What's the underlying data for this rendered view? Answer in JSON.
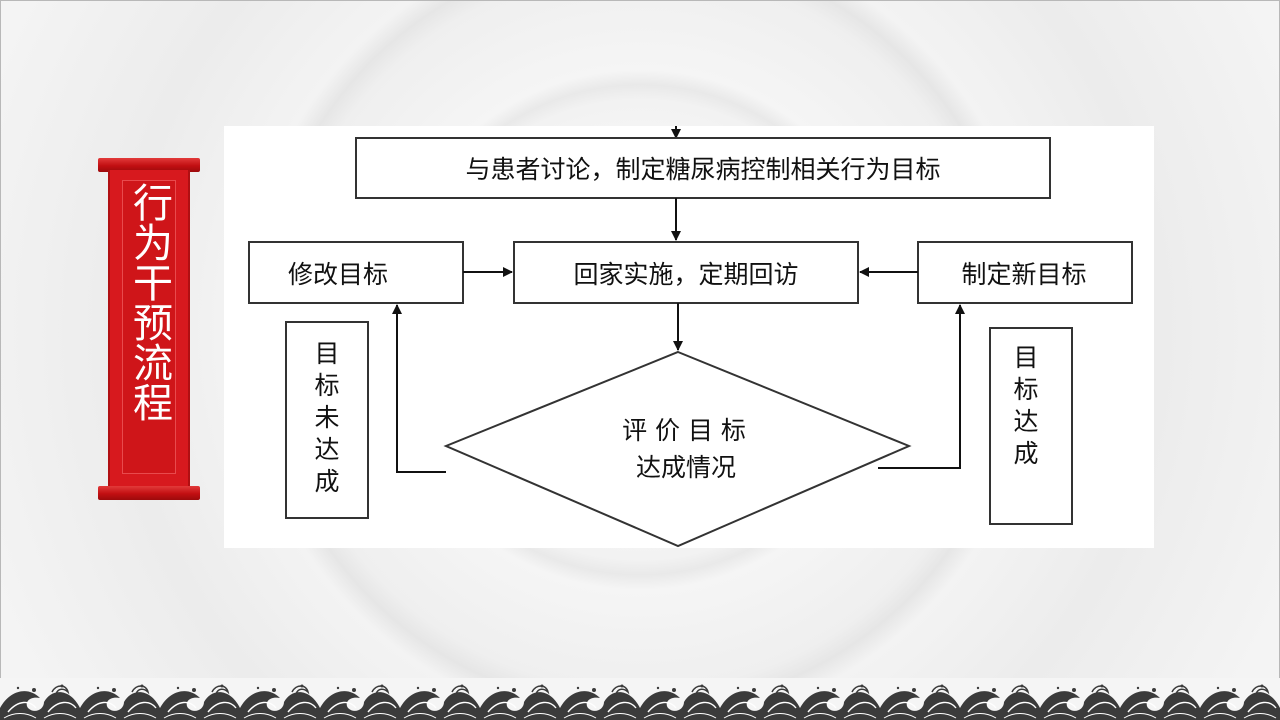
{
  "slide": {
    "title": "行为干预流程"
  },
  "diagram": {
    "nodes": {
      "discuss": "与患者讨论，制定糖尿病控制相关行为目标",
      "implement": "回家实施，定期回访",
      "modify": "修改目标",
      "new_goal": "制定新目标",
      "evaluate_line1": "评 价 目 标",
      "evaluate_line2": "达成情况"
    },
    "labels": {
      "not_achieved": [
        "目",
        "标",
        "未",
        "达",
        "成"
      ],
      "achieved": [
        "目",
        "标",
        "达",
        "成"
      ]
    }
  },
  "colors": {
    "title_red": "#d7191e",
    "title_text": "#ffffff",
    "line": "#111111"
  }
}
